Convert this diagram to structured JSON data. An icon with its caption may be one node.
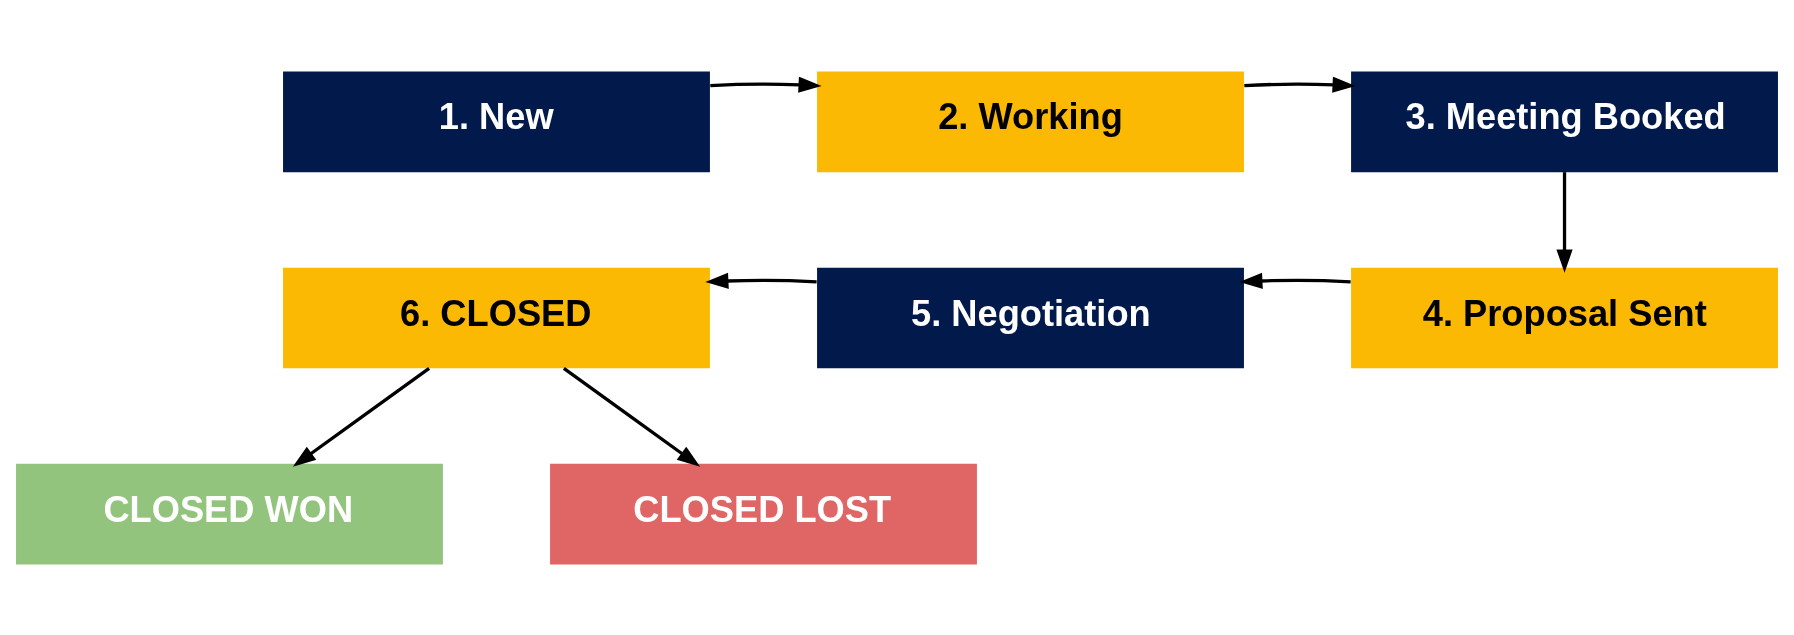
{
  "diagram": {
    "nodes": [
      {
        "text": [
          "1. New"
        ]
      },
      {
        "text": [
          "2. Working"
        ]
      },
      {
        "text": [
          "3. Meeting Booked"
        ]
      },
      {
        "text": [
          "4. Proposal Sent"
        ]
      },
      {
        "text": [
          "5. Negotiation"
        ]
      },
      {
        "text": [
          "6. CLOSED"
        ]
      },
      {
        "text": [
          "CLOSED WON"
        ]
      },
      {
        "text": [
          "CLOSED LOST"
        ]
      }
    ],
    "edges": [
      {
        "from": 0,
        "to": 1,
        "arrow": "to"
      },
      {
        "from": 1,
        "to": 2,
        "arrow": "to"
      },
      {
        "from": 2,
        "to": 3,
        "arrow": "to"
      },
      {
        "from": 3,
        "to": 4,
        "arrow": "to"
      },
      {
        "from": 4,
        "to": 5,
        "arrow": "to"
      },
      {
        "from": 5,
        "to": 6,
        "arrow": "to"
      },
      {
        "from": 5,
        "to": 7,
        "arrow": "to"
      }
    ]
  }
}
